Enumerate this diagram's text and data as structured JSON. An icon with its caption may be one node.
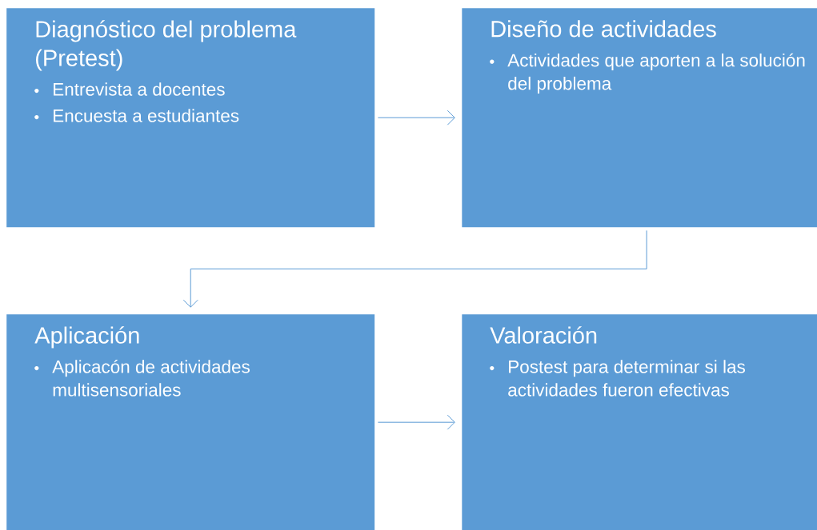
{
  "diagram": {
    "nodes": [
      {
        "text": [
          "Diagnóstico del problema (Pretest)",
          "Entrevista a docentes",
          "Encuesta a estudiantes"
        ]
      },
      {
        "text": [
          "Diseño de actividades",
          "Actividades que aporten a la solución del problema"
        ]
      },
      {
        "text": [
          "Aplicación",
          "Aplicacón de actividades multisensoriales"
        ]
      },
      {
        "text": [
          "Valoración",
          "Postest para determinar si las actividades fueron efectivas"
        ]
      }
    ],
    "edges": [
      {
        "from": 0,
        "to": 1,
        "arrow": "to"
      },
      {
        "from": 1,
        "to": 2,
        "arrow": "to"
      },
      {
        "from": 2,
        "to": 3,
        "arrow": "to"
      }
    ]
  }
}
